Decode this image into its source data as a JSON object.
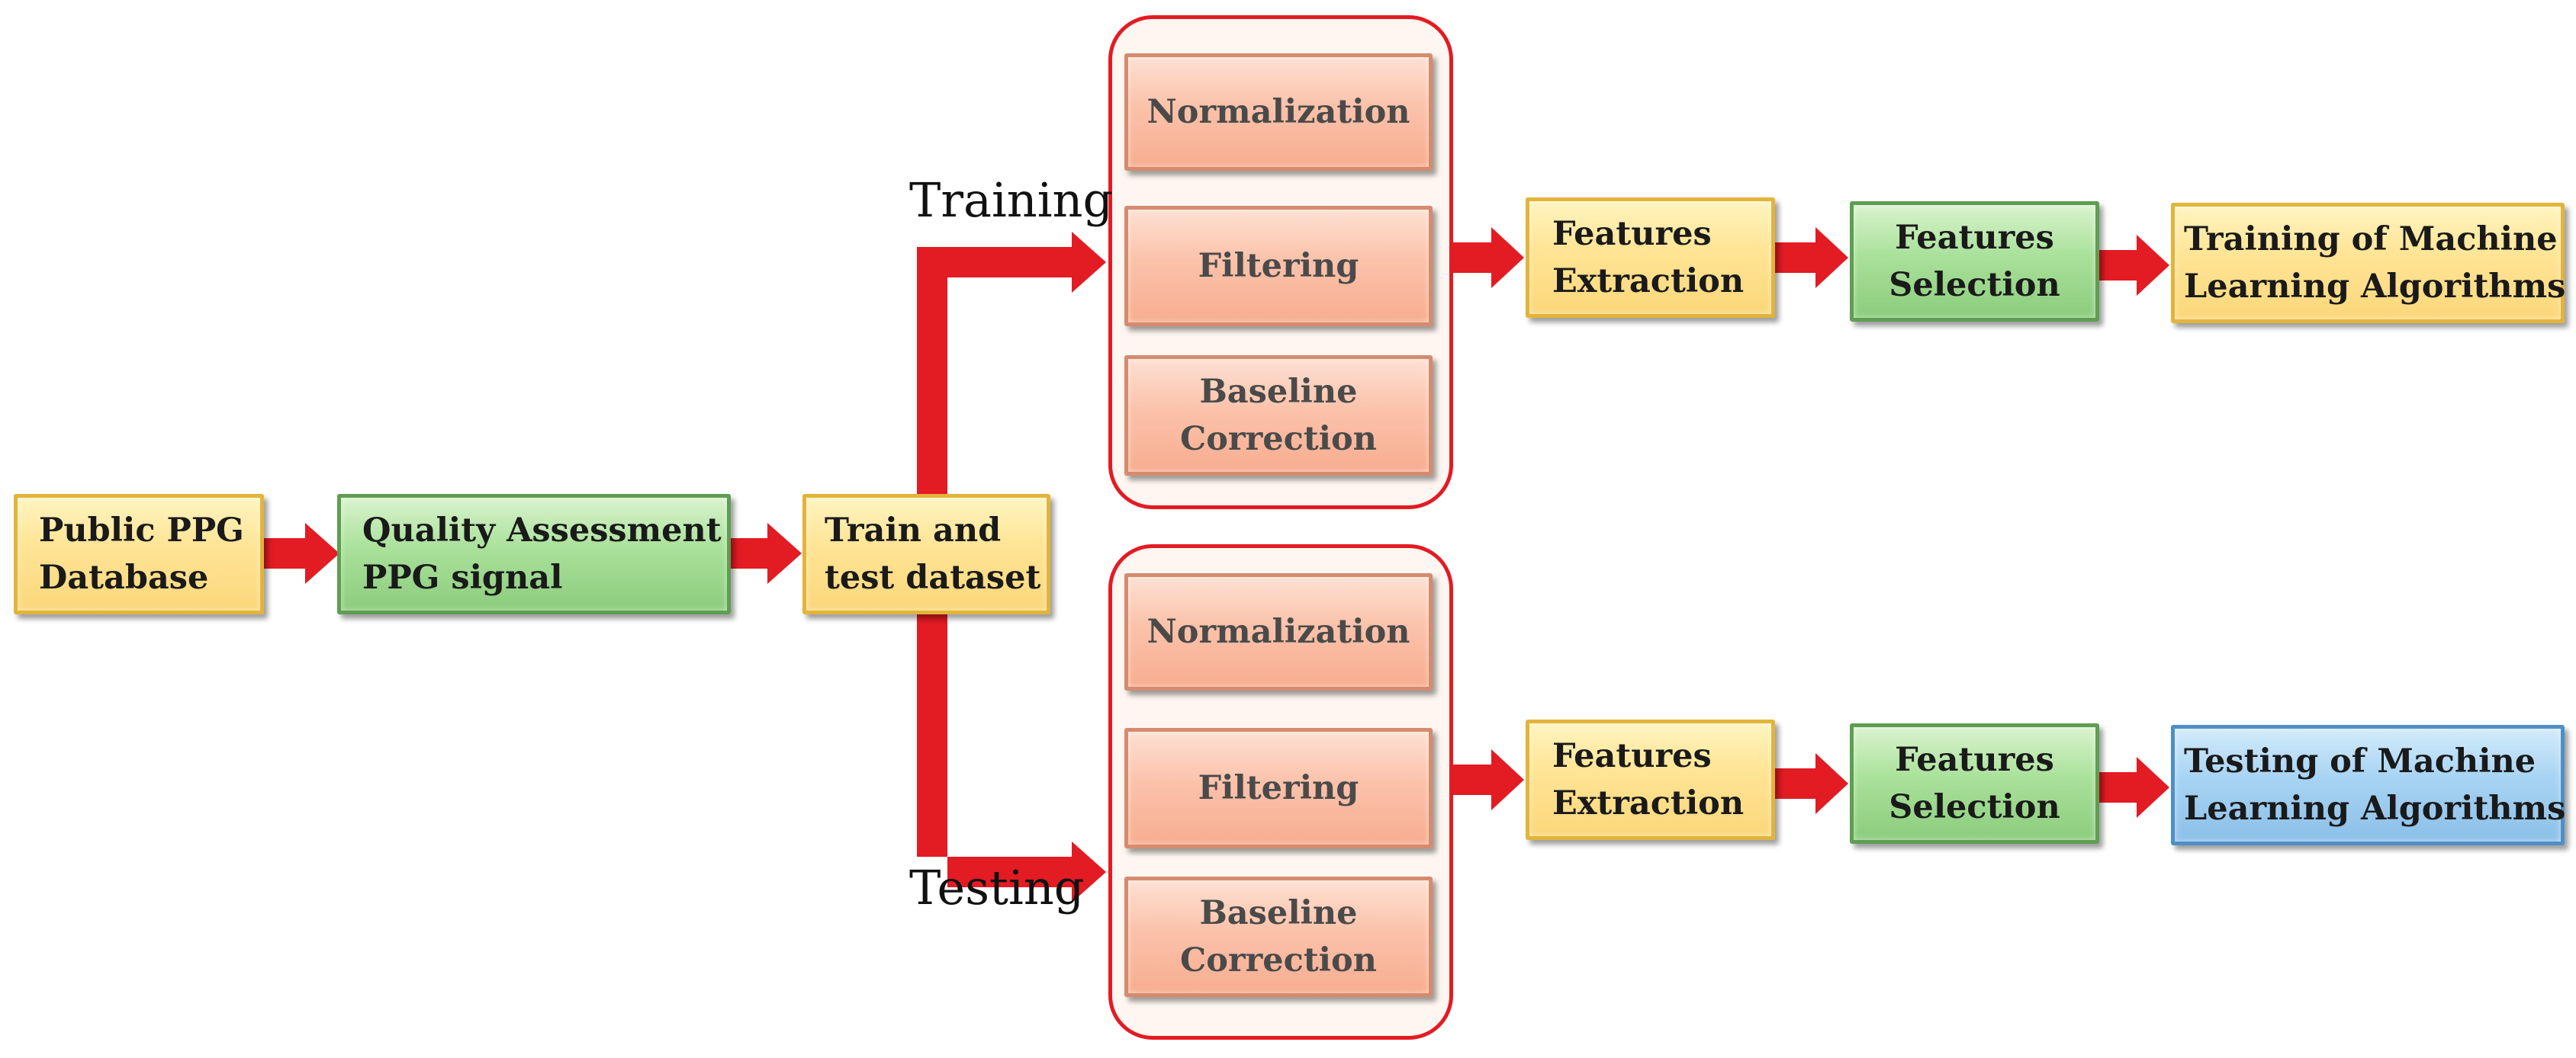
{
  "colors": {
    "arrow": "#e31b23",
    "group_border": "#e31b23",
    "yellow_fill": "#ffe597",
    "green_fill": "#a9e19a",
    "blue_fill": "#a6d3f3",
    "salmon_fill": "#fbc2aa"
  },
  "nodes": {
    "public_db": {
      "line1": "Public PPG",
      "line2": "Database"
    },
    "quality": {
      "line1": "Quality Assessment",
      "line2": "PPG signal"
    },
    "split": {
      "line1": "Train and",
      "line2": "test dataset"
    },
    "train_norm": {
      "line1": "Normalization"
    },
    "train_filter": {
      "line1": "Filtering"
    },
    "train_baseline": {
      "line1": "Baseline",
      "line2": "Correction"
    },
    "test_norm": {
      "line1": "Normalization"
    },
    "test_filter": {
      "line1": "Filtering"
    },
    "test_baseline": {
      "line1": "Baseline",
      "line2": "Correction"
    },
    "train_features_extraction": {
      "line1": "Features",
      "line2": "Extraction"
    },
    "train_features_selection": {
      "line1": "Features",
      "line2": "Selection"
    },
    "train_ml": {
      "line1": "Training of Machine",
      "line2": "Learning Algorithms"
    },
    "test_features_extraction": {
      "line1": "Features",
      "line2": "Extraction"
    },
    "test_features_selection": {
      "line1": "Features",
      "line2": "Selection"
    },
    "test_ml": {
      "line1": "Testing of Machine",
      "line2": "Learning Algorithms"
    }
  },
  "labels": {
    "training": "Training",
    "testing": "Testing"
  },
  "edges": [
    {
      "from": "public_db",
      "to": "quality"
    },
    {
      "from": "quality",
      "to": "split"
    },
    {
      "from": "split",
      "to": "training_group",
      "label": "training"
    },
    {
      "from": "split",
      "to": "testing_group",
      "label": "testing"
    },
    {
      "from": "training_group",
      "to": "train_features_extraction"
    },
    {
      "from": "train_features_extraction",
      "to": "train_features_selection"
    },
    {
      "from": "train_features_selection",
      "to": "train_ml"
    },
    {
      "from": "testing_group",
      "to": "test_features_extraction"
    },
    {
      "from": "test_features_extraction",
      "to": "test_features_selection"
    },
    {
      "from": "test_features_selection",
      "to": "test_ml"
    }
  ]
}
